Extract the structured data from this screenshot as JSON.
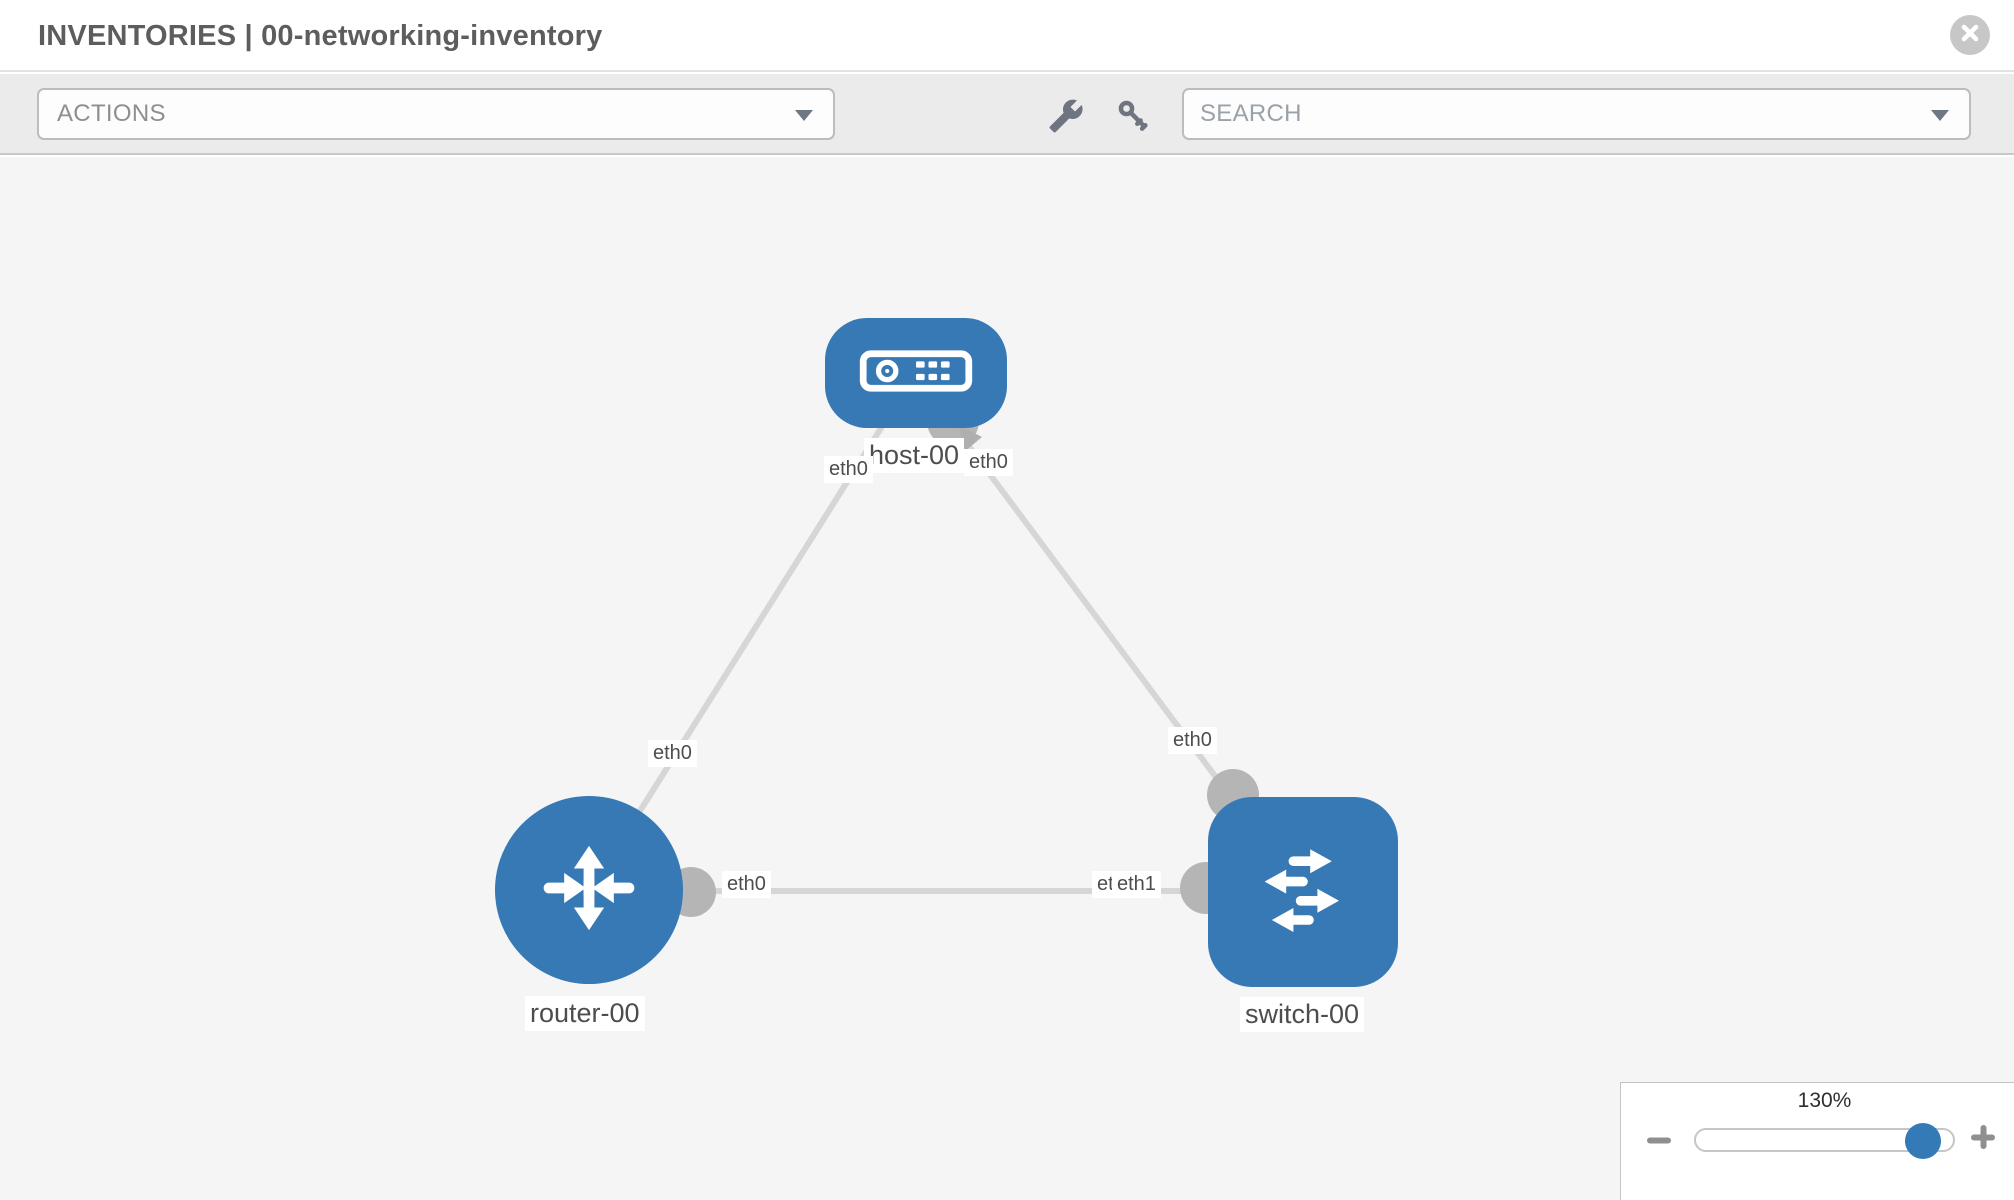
{
  "header": {
    "title": "INVENTORIES | 00-networking-inventory"
  },
  "toolbar": {
    "actions_label": "ACTIONS",
    "search_placeholder": "SEARCH"
  },
  "canvas": {
    "nodes": [
      {
        "id": "host-00",
        "type": "host",
        "label": "host-00"
      },
      {
        "id": "router-00",
        "type": "router",
        "label": "router-00"
      },
      {
        "id": "switch-00",
        "type": "switch",
        "label": "switch-00"
      }
    ],
    "links": [
      {
        "source": "host-00",
        "source_iface": "eth0",
        "target": "router-00",
        "target_iface": "eth0"
      },
      {
        "source": "host-00",
        "source_iface": "eth0",
        "target": "switch-00",
        "target_iface": "eth0"
      },
      {
        "source": "router-00",
        "source_iface": "eth0",
        "target": "switch-00",
        "target_iface": "eth1"
      }
    ],
    "iface_labels": {
      "host_eth0_left": "eth0",
      "host_eth0_right": "eth0",
      "router_eth0_top": "eth0",
      "router_eth0_right": "eth0",
      "switch_eth0_top": "eth0",
      "switch_eth0_left": "eth0",
      "switch_eth1_left": "eth1"
    }
  },
  "zoom_control": {
    "value": "130%"
  },
  "icons": {
    "close": "close-icon",
    "actions_caret": "chevron-down-icon",
    "search_caret": "chevron-down-icon",
    "tools": [
      "wrench-icon",
      "key-icon"
    ],
    "zoom_out": "minus-icon",
    "zoom_in": "plus-icon"
  },
  "colors": {
    "node_fill": "#3679b5",
    "link": "#d6d6d6",
    "port": "#b5b5b5",
    "arrow": "#afafaf",
    "slider_thumb": "#337ab7",
    "toolbar_bg": "#ebebeb",
    "canvas_bg": "#f5f5f5",
    "title_text": "#5d5d5d"
  }
}
